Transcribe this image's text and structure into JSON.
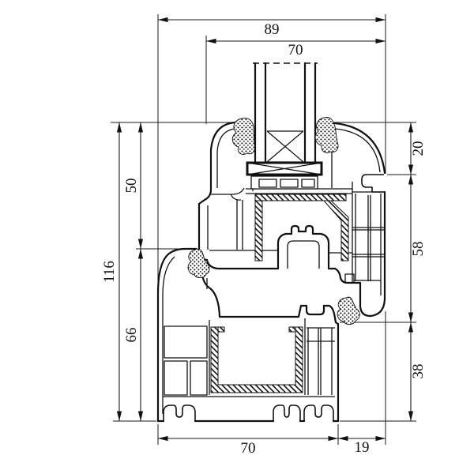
{
  "drawing": {
    "line_color": "#111111",
    "background_color": "#ffffff",
    "dimensions": {
      "top_overall": "89",
      "top_sash_depth": "70",
      "left_total_height": "116",
      "left_upper": "50",
      "left_lower": "66",
      "right_top": "20",
      "right_middle": "58",
      "right_bottom": "38",
      "bottom_frame_depth": "70",
      "bottom_sash_offset": "19"
    }
  }
}
